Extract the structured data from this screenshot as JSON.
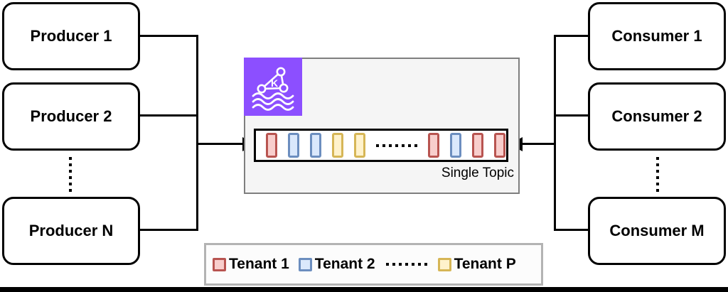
{
  "producers": [
    "Producer 1",
    "Producer 2",
    "Producer N"
  ],
  "consumers": [
    "Consumer 1",
    "Consumer 2",
    "Consumer M"
  ],
  "broker": {
    "icon": "aws-msk-kafka-icon",
    "icon_letter": "K",
    "topic_label": "Single Topic",
    "slots": [
      "tenant1",
      "tenant2",
      "tenant2",
      "tenantP",
      "tenantP",
      "ellipsis",
      "tenant1",
      "tenant2",
      "tenant1",
      "tenant1"
    ]
  },
  "legend": {
    "items": [
      {
        "type": "swatch",
        "tenant": "tenant1",
        "label": "Tenant 1"
      },
      {
        "type": "swatch",
        "tenant": "tenant2",
        "label": "Tenant 2"
      },
      {
        "type": "ellipsis"
      },
      {
        "type": "swatch",
        "tenant": "tenantP",
        "label": "Tenant P"
      }
    ]
  },
  "tenant_colors": {
    "tenant1": {
      "stroke": "#b85450",
      "fill": "#f8cecc"
    },
    "tenant2": {
      "stroke": "#6c8ebf",
      "fill": "#dae8fc"
    },
    "tenantP": {
      "stroke": "#d6b656",
      "fill": "#fff2cc"
    }
  },
  "accent_colors": {
    "msk_purple": "#8C4FFF",
    "line_black": "#000000"
  }
}
